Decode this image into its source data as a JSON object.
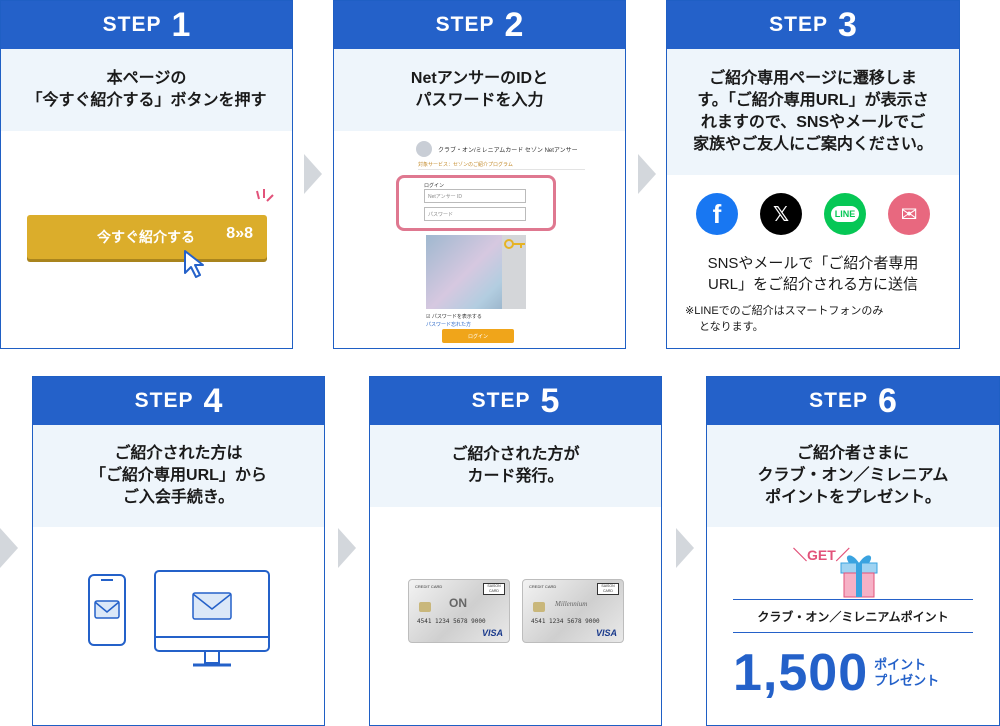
{
  "step_word": "STEP",
  "arrow_color": "#d3d7dc",
  "steps": [
    {
      "num": "1",
      "desc": [
        "本ページの",
        "「今すぐ紹介する」ボタンを押す"
      ],
      "button_label": "今すぐ紹介する",
      "button_icon": "8»8"
    },
    {
      "num": "2",
      "desc": [
        "NetアンサーのIDと",
        "パスワードを入力"
      ],
      "mock": {
        "header": "クラブ・オン/ミレニアムカード セゾン Netアンサー",
        "sub": "対象サービス：セゾンのご紹介プログラム",
        "login_label": "ログイン",
        "id_placeholder": "Netアンサー ID",
        "pw_placeholder": "パスワード",
        "check_label": "パスワードを表示する",
        "link_label": "パスワード忘れた方",
        "button_label": "ログイン"
      }
    },
    {
      "num": "3",
      "desc": [
        "ご紹介専用ページに遷移しま",
        "す。「ご紹介専用URL」が表示さ",
        "れますので、SNSやメールでご",
        "家族やご友人にご案内ください。"
      ],
      "social": [
        {
          "name": "facebook",
          "color": "#1877f2",
          "glyph": "f"
        },
        {
          "name": "x",
          "color": "#000000",
          "glyph": "𝕏"
        },
        {
          "name": "line",
          "color": "#06c755",
          "glyph": "LINE"
        },
        {
          "name": "mail",
          "color": "#e8687f",
          "glyph": "✉"
        }
      ],
      "body_text": [
        "SNSやメールで「ご紹介者専用",
        "URL」をご紹介される方に送信"
      ],
      "note": [
        "※LINEでのご紹介はスマートフォンのみ",
        "となります。"
      ]
    },
    {
      "num": "4",
      "desc": [
        "ご紹介された方は",
        "「ご紹介専用URL」から",
        "ご入会手続き。"
      ]
    },
    {
      "num": "5",
      "desc": [
        "ご紹介された方が",
        "カード発行。"
      ],
      "cards": [
        {
          "top": "CREDIT CARD",
          "brand": "SAISON CARD",
          "logo": "ON",
          "num": "4541 1234 5678 9000",
          "network": "VISA"
        },
        {
          "top": "CREDIT CARD",
          "brand": "SAISON CARD",
          "logo": "Millennium",
          "num": "4541 1234 5678 9000",
          "network": "VISA"
        }
      ]
    },
    {
      "num": "6",
      "desc": [
        "ご紹介者さまに",
        "クラブ・オン／ミレニアム",
        "ポイントをプレゼント。"
      ],
      "get": "＼GET／",
      "points_label": "クラブ・オン／ミレニアムポイント",
      "points_value": "1,500",
      "points_unit": [
        "ポイント",
        "プレゼント"
      ]
    }
  ]
}
